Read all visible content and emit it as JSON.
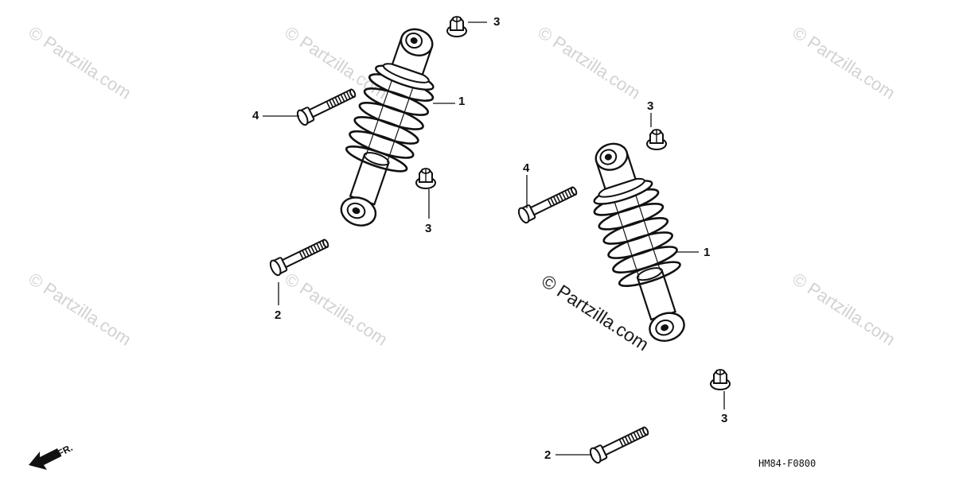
{
  "watermark": "© Partzilla.com",
  "center_watermark": "© Partzilla.com",
  "callouts": {
    "a1": "1",
    "a2": "2",
    "a3_top": "3",
    "a3_mid": "3",
    "a4": "4",
    "b1": "1",
    "b2": "2",
    "b3_top": "3",
    "b3_bottom": "3",
    "b4": "4"
  },
  "diagram_code": "HM84-F0800",
  "direction_label": "FR."
}
